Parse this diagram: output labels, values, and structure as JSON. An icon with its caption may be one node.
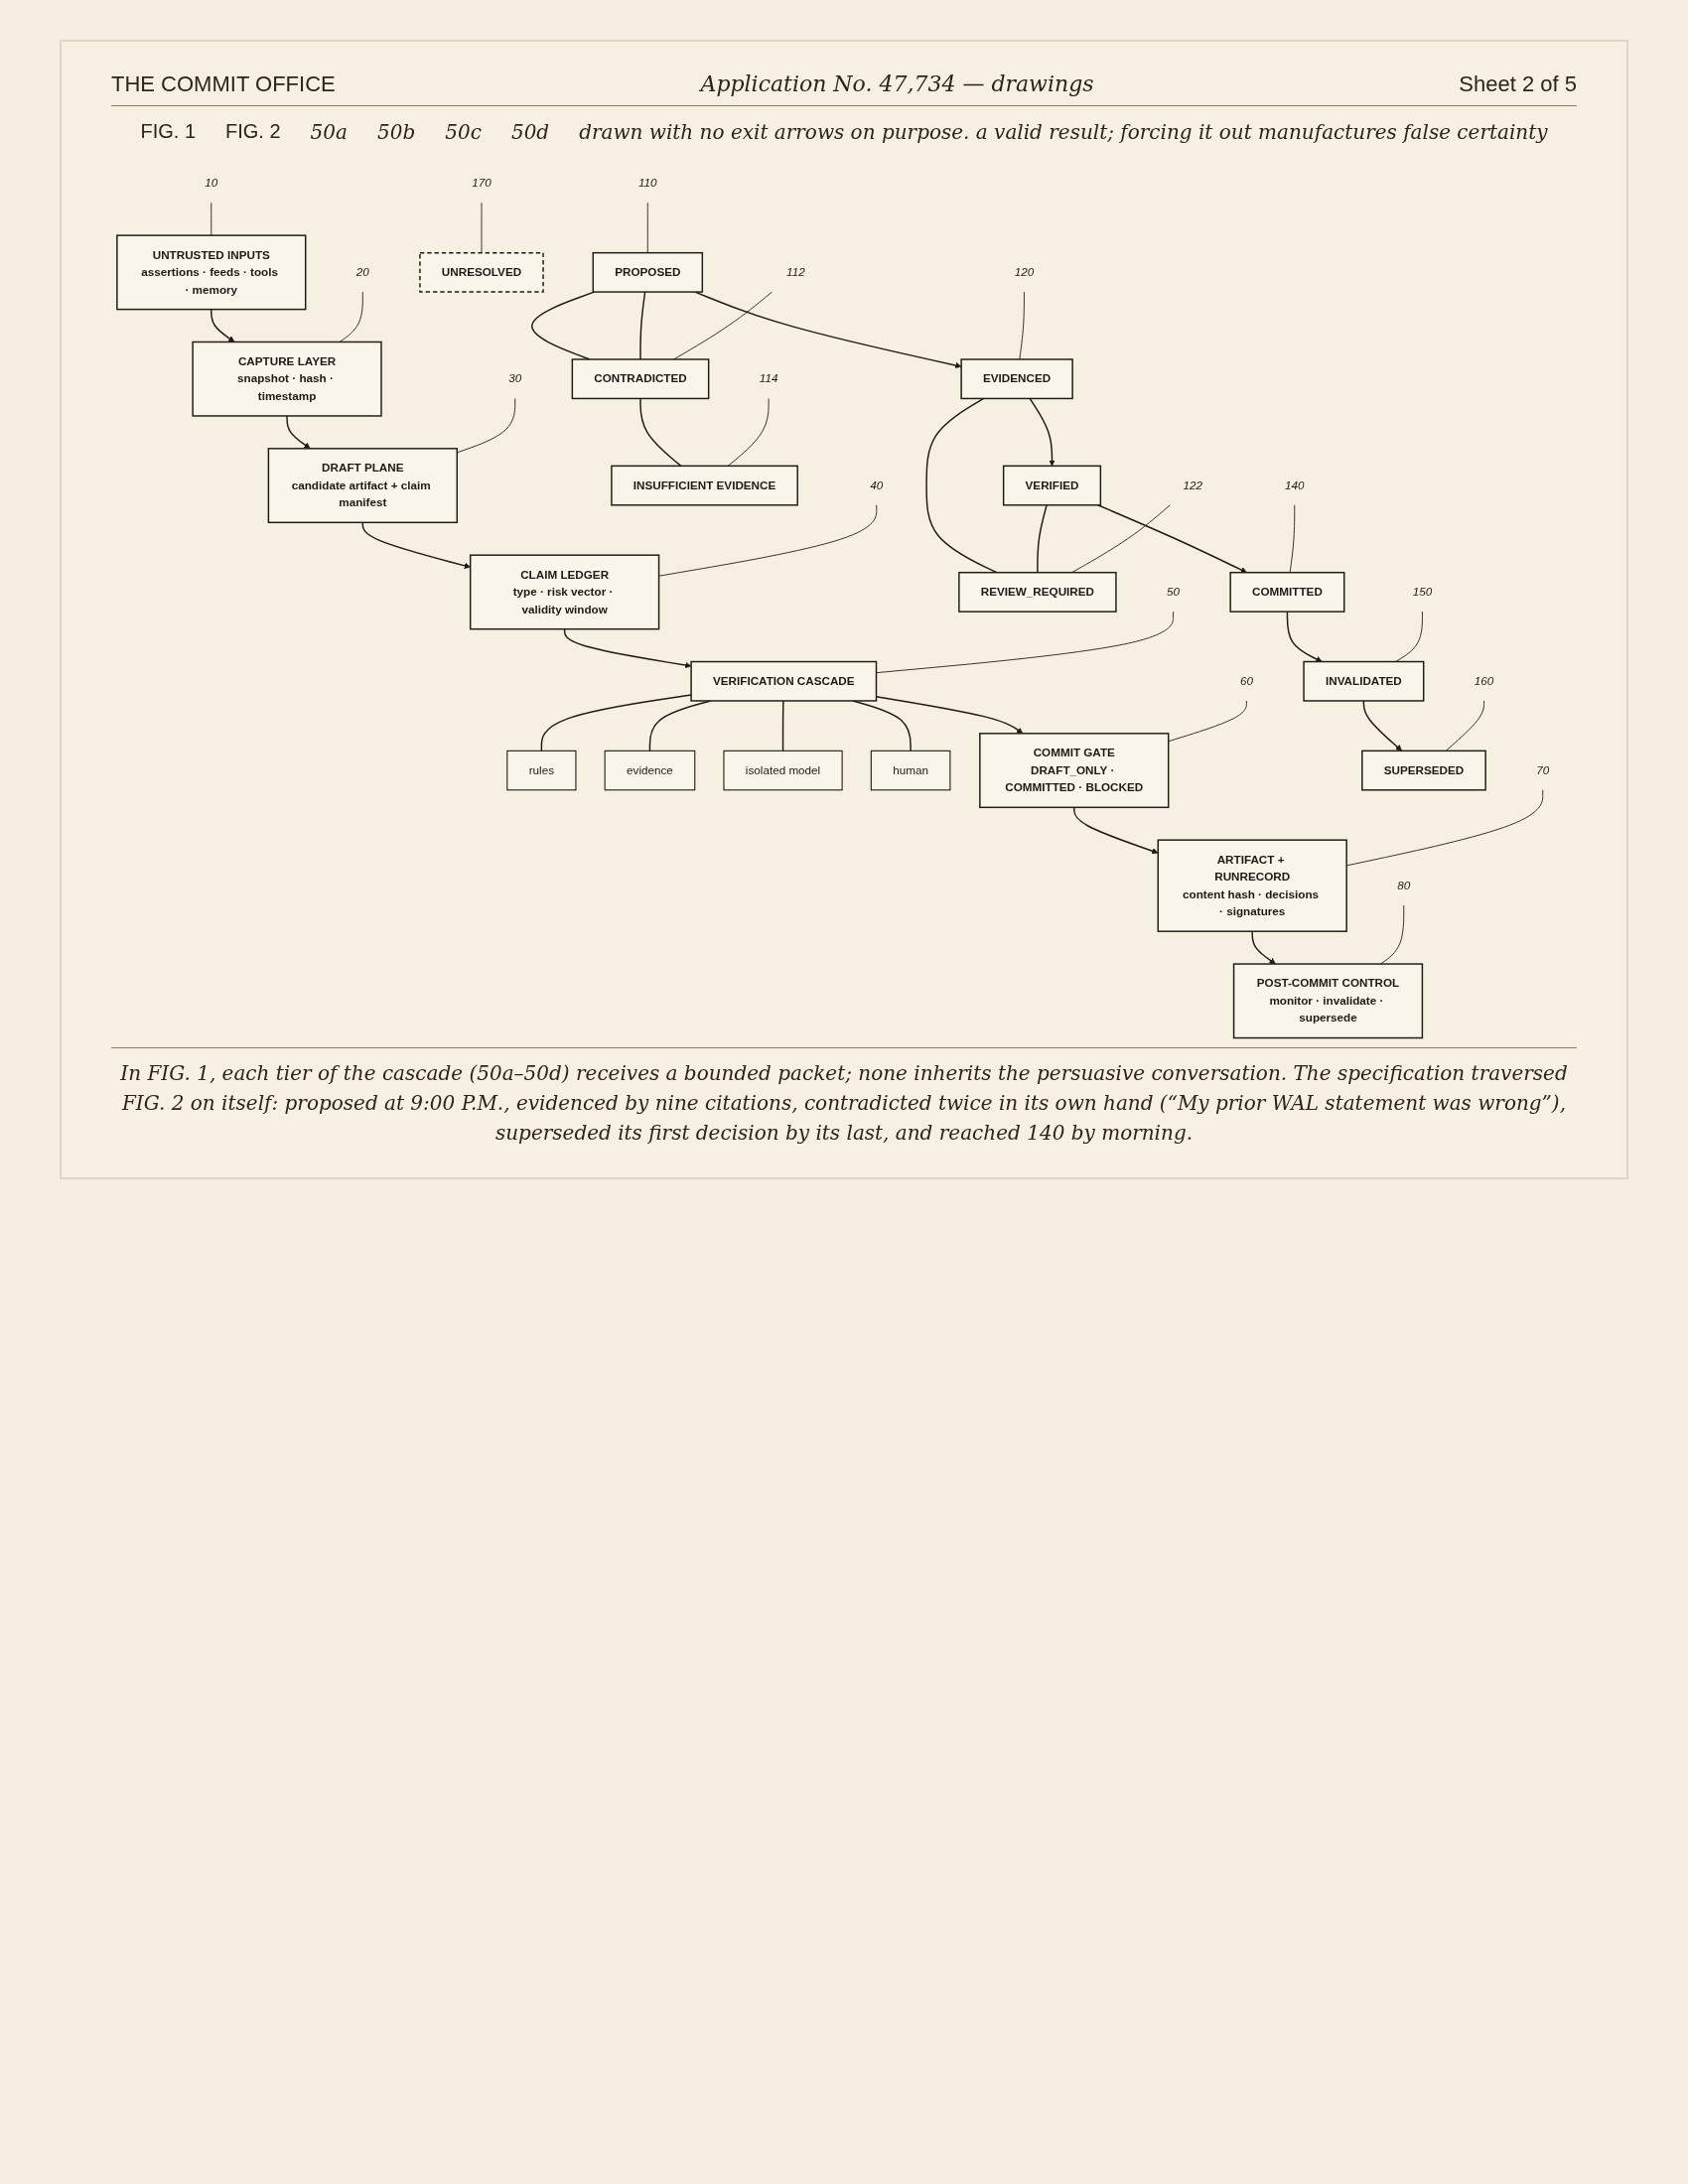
{
  "diagram": {
    "title": "Application No. 47,734 — drawings",
    "caption": "In FIG. 1, each tier of the cascade (50a–50d) receives a bounded packet; none inherits the persuasive conversation. The specification traversed FIG. 2 on itself: proposed at 9:00 P.M., evidenced by nine citations, contradicted twice in its own hand (“My prior WAL statement was wrong”), superseded its first decision by its last, and reached 140 by morning.",
    "nodes": [
      {
        "text": [
          "UNTRUSTED INPUTS",
          "assertions · feeds · tools · memory"
        ]
      },
      {
        "text": [
          "CAPTURE LAYER",
          "snapshot · hash · timestamp"
        ]
      },
      {
        "text": [
          "DRAFT PLANE",
          "candidate artifact + claim manifest"
        ]
      },
      {
        "text": [
          "CLAIM LEDGER",
          "type · risk vector · validity window"
        ]
      },
      {
        "text": [
          "VERIFICATION CASCADE"
        ]
      },
      {
        "text": [
          "rules"
        ]
      },
      {
        "text": [
          "evidence"
        ]
      },
      {
        "text": [
          "isolated model"
        ]
      },
      {
        "text": [
          "human"
        ]
      },
      {
        "text": [
          "COMMIT GATE",
          "DRAFT_ONLY · COMMITTED · BLOCKED"
        ]
      },
      {
        "text": [
          "ARTIFACT + RUNRECORD",
          "content hash · decisions · signatures"
        ]
      },
      {
        "text": [
          "POST-COMMIT CONTROL",
          "monitor · invalidate · supersede"
        ]
      },
      {
        "text": [
          "PROPOSED"
        ]
      },
      {
        "text": [
          "CONTRADICTED"
        ]
      },
      {
        "text": [
          "INSUFFICIENT EVIDENCE"
        ]
      },
      {
        "text": [
          "EVIDENCED"
        ]
      },
      {
        "text": [
          "REVIEW_REQUIRED"
        ]
      },
      {
        "text": [
          "VERIFIED"
        ]
      },
      {
        "text": [
          "COMMITTED"
        ]
      },
      {
        "text": [
          "INVALIDATED"
        ]
      },
      {
        "text": [
          "SUPERSEDED"
        ]
      },
      {
        "text": [
          "UNRESOLVED"
        ]
      },
      {
        "text": [
          "10"
        ]
      },
      {
        "text": [
          "20"
        ]
      },
      {
        "text": [
          "30"
        ]
      },
      {
        "text": [
          "40"
        ]
      },
      {
        "text": [
          "50"
        ]
      },
      {
        "text": [
          "60"
        ]
      },
      {
        "text": [
          "70"
        ]
      },
      {
        "text": [
          "80"
        ]
      },
      {
        "text": [
          "110"
        ]
      },
      {
        "text": [
          "112"
        ]
      },
      {
        "text": [
          "114"
        ]
      },
      {
        "text": [
          "120"
        ]
      },
      {
        "text": [
          "122"
        ]
      },
      {
        "text": [
          "140"
        ]
      },
      {
        "text": [
          "150"
        ]
      },
      {
        "text": [
          "160"
        ]
      },
      {
        "text": [
          "170"
        ]
      }
    ],
    "edges": [
      {
        "from": 0,
        "to": 1,
        "arrow": "to"
      },
      {
        "from": 1,
        "to": 2,
        "arrow": "to"
      },
      {
        "from": 2,
        "to": 3,
        "arrow": "to"
      },
      {
        "from": 3,
        "to": 4,
        "arrow": "to"
      },
      {
        "from": 4,
        "to": 9,
        "arrow": "to"
      },
      {
        "from": 9,
        "to": 10,
        "arrow": "to"
      },
      {
        "from": 10,
        "to": 11,
        "arrow": "to"
      },
      {
        "from": 4,
        "to": 5,
        "arrow": "none"
      },
      {
        "from": 4,
        "to": 6,
        "arrow": "none"
      },
      {
        "from": 4,
        "to": 7,
        "arrow": "none"
      },
      {
        "from": 4,
        "to": 8,
        "arrow": "none"
      },
      {
        "from": 12,
        "to": 15,
        "arrow": "to"
      },
      {
        "from": 15,
        "to": 17,
        "arrow": "to"
      },
      {
        "from": 17,
        "to": 18,
        "arrow": "to"
      },
      {
        "from": 18,
        "to": 19,
        "arrow": "to"
      },
      {
        "from": 19,
        "to": 20,
        "arrow": "to"
      },
      {
        "from": 12,
        "to": 13,
        "arrow": "none"
      },
      {
        "from": 12,
        "to": 13,
        "arrow": "none"
      },
      {
        "from": 13,
        "to": 14,
        "arrow": "none"
      },
      {
        "from": 15,
        "to": 16,
        "arrow": "none"
      },
      {
        "from": 17,
        "to": 16,
        "arrow": "none"
      },
      {
        "from": 22,
        "to": 0,
        "arrow": "none"
      },
      {
        "from": 23,
        "to": 1,
        "arrow": "none"
      },
      {
        "from": 24,
        "to": 2,
        "arrow": "none"
      },
      {
        "from": 25,
        "to": 3,
        "arrow": "none"
      },
      {
        "from": 26,
        "to": 4,
        "arrow": "none"
      },
      {
        "from": 27,
        "to": 9,
        "arrow": "none"
      },
      {
        "from": 28,
        "to": 10,
        "arrow": "none"
      },
      {
        "from": 29,
        "to": 11,
        "arrow": "none"
      },
      {
        "from": 30,
        "to": 12,
        "arrow": "none"
      },
      {
        "from": 31,
        "to": 13,
        "arrow": "none"
      },
      {
        "from": 32,
        "to": 14,
        "arrow": "none"
      },
      {
        "from": 33,
        "to": 15,
        "arrow": "none"
      },
      {
        "from": 34,
        "to": 16,
        "arrow": "none"
      },
      {
        "from": 35,
        "to": 18,
        "arrow": "none"
      },
      {
        "from": 36,
        "to": 19,
        "arrow": "none"
      },
      {
        "from": 37,
        "to": 20,
        "arrow": "none"
      },
      {
        "from": 38,
        "to": 21,
        "arrow": "none"
      }
    ],
    "labels": [
      "THE COMMIT OFFICE",
      "Sheet 2 of 5",
      "FIG. 1",
      "FIG. 2",
      "50a",
      "50b",
      "50c",
      "50d",
      "drawn with no exit arrows on purpose. a valid result; forcing it out manufactures false certainty"
    ]
  }
}
